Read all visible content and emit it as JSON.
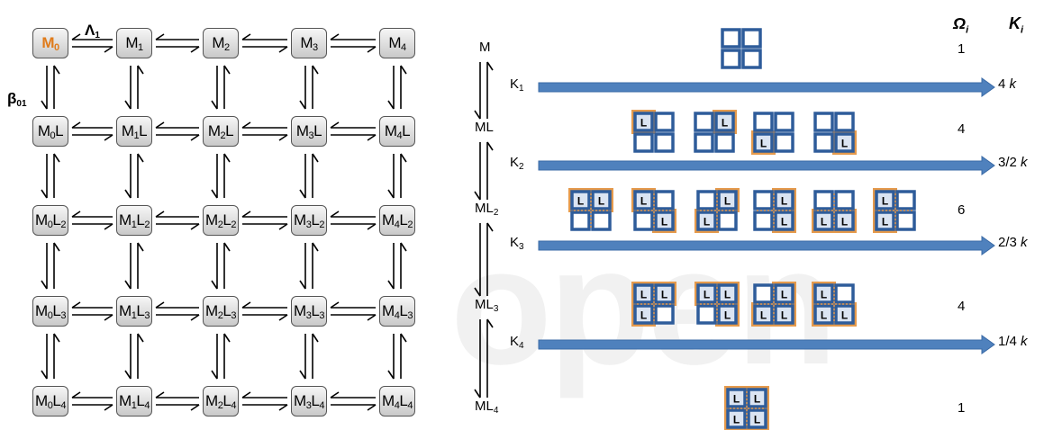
{
  "ladder": {
    "rate_horizontal": "Λ",
    "rate_horizontal_sub": "1",
    "rate_vertical": "β",
    "rate_vertical_sub": "01",
    "rows": [
      [
        "M|0",
        "M|1",
        "M|2",
        "M|3",
        "M|4"
      ],
      [
        "M|0|L",
        "M|1|L",
        "M|2|L",
        "M|3|L",
        "M|4|L"
      ],
      [
        "M|0|L|2",
        "M|1|L|2",
        "M|2|L|2",
        "M|3|L|2",
        "M|4|L|2"
      ],
      [
        "M|0|L|3",
        "M|1|L|3",
        "M|2|L|3",
        "M|3|L|3",
        "M|4|L|3"
      ],
      [
        "M|0|L|4",
        "M|1|L|4",
        "M|2|L|4",
        "M|3|L|4",
        "M|4|L|4"
      ]
    ],
    "highlight_color": "#e07b1a"
  },
  "states": {
    "column_headers": {
      "omega": "Ω",
      "omega_sub": "i",
      "k": "K",
      "k_sub": "i"
    },
    "levels": [
      {
        "label": "M",
        "label_sub": "",
        "omega": "1"
      },
      {
        "label": "ML",
        "label_sub": "",
        "omega": "4"
      },
      {
        "label": "ML",
        "label_sub": "2",
        "omega": "6"
      },
      {
        "label": "ML",
        "label_sub": "3",
        "omega": "4"
      },
      {
        "label": "ML",
        "label_sub": "4",
        "omega": "1"
      }
    ],
    "transitions": [
      {
        "label": "K",
        "label_sub": "1",
        "rate": "4 ",
        "rate_k": "k"
      },
      {
        "label": "K",
        "label_sub": "2",
        "rate": "3/2 ",
        "rate_k": "k"
      },
      {
        "label": "K",
        "label_sub": "3",
        "rate": "2/3 ",
        "rate_k": "k"
      },
      {
        "label": "K",
        "label_sub": "4",
        "rate": "1/4 ",
        "rate_k": "k"
      }
    ],
    "configurations": [
      [
        [
          0,
          0,
          0,
          0
        ]
      ],
      [
        [
          1,
          0,
          0,
          0
        ],
        [
          0,
          1,
          0,
          0
        ],
        [
          0,
          0,
          1,
          0
        ],
        [
          0,
          0,
          0,
          1
        ]
      ],
      [
        [
          1,
          1,
          0,
          0
        ],
        [
          1,
          0,
          0,
          1
        ],
        [
          0,
          1,
          1,
          0
        ],
        [
          0,
          1,
          0,
          1
        ],
        [
          0,
          0,
          1,
          1
        ],
        [
          1,
          0,
          1,
          0
        ]
      ],
      [
        [
          1,
          1,
          1,
          0
        ],
        [
          1,
          1,
          0,
          1
        ],
        [
          0,
          1,
          1,
          1
        ],
        [
          1,
          0,
          1,
          1
        ]
      ],
      [
        [
          1,
          1,
          1,
          1
        ]
      ]
    ],
    "ligand_label": "L",
    "arrow_color": "#4f81bd",
    "subunit_color": "#2e5c9a",
    "bound_color": "#e59a4c"
  }
}
